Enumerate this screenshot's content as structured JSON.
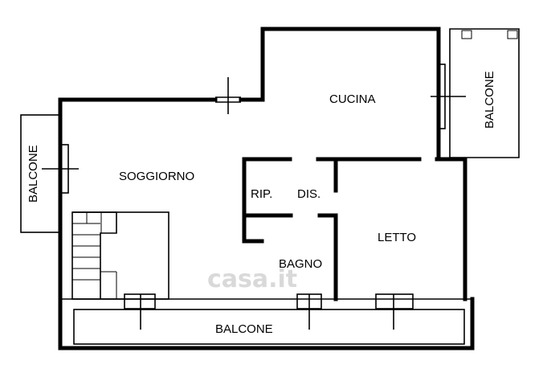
{
  "rooms": {
    "cucina": "CUCINA",
    "soggiorno": "SOGGIORNO",
    "letto": "LETTO",
    "bagno": "BAGNO",
    "ripostiglio": "RIP.",
    "disimpegno": "DIS.",
    "balcone_left": "BALCONE",
    "balcone_right": "BALCONE",
    "balcone_bottom": "BALCONE"
  },
  "watermark": "casa.it"
}
